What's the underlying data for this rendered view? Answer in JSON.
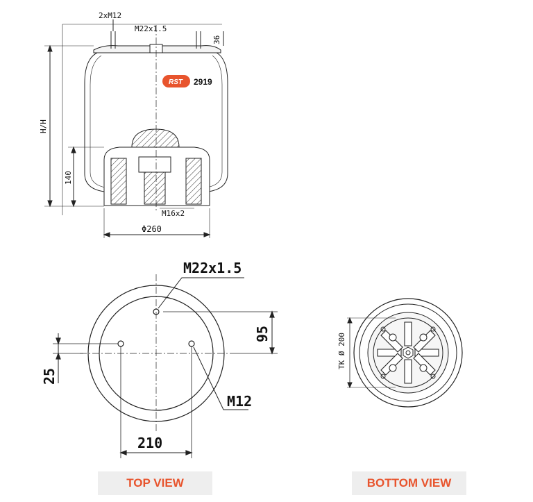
{
  "side_view": {
    "stud_callout": "2xM12",
    "top_thread": "M22x1.5",
    "stud_height": "36",
    "height_label": "H/H",
    "piston_height": "140",
    "bottom_thread": "M16x2",
    "diameter": "Φ260",
    "logo": "RST",
    "model": "2919"
  },
  "top_view": {
    "thread_label": "M22x1.5",
    "offset_95": "95",
    "offset_25": "25",
    "stud_label": "M12",
    "spacing": "210",
    "label": "TOP VIEW"
  },
  "bottom_view": {
    "bolt_circle": "TK Ø 200",
    "label": "BOTTOM VIEW"
  },
  "colors": {
    "accent": "#e8542d",
    "label_bg": "#eeeeee",
    "line": "#222222"
  }
}
